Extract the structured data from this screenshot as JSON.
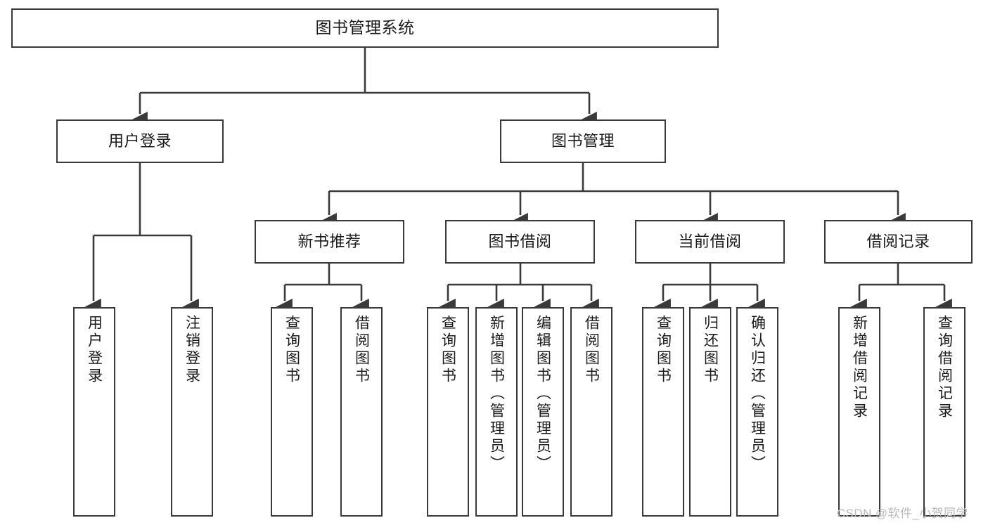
{
  "diagram": {
    "title": "图书管理系统",
    "type": "tree-hierarchy-diagram",
    "watermark": "CSDN @软件_小贺同学",
    "colors": {
      "box_border": "#3a3a3a",
      "box_fill": "#ffffff",
      "connector": "#3a3a3a",
      "text": "#1b1b1b",
      "watermark": "#b9b9b9",
      "background": "#ffffff"
    },
    "nodes": {
      "root": {
        "label": "图书管理系统"
      },
      "level1": [
        {
          "id": "user-login",
          "label": "用户登录"
        },
        {
          "id": "book-management",
          "label": "图书管理"
        }
      ],
      "level2": [
        {
          "id": "new-book-recommend",
          "label": "新书推荐"
        },
        {
          "id": "book-borrow",
          "label": "图书借阅"
        },
        {
          "id": "current-borrow",
          "label": "当前借阅"
        },
        {
          "id": "borrow-record",
          "label": "借阅记录"
        }
      ],
      "leaves": {
        "user_login": [
          {
            "id": "leaf-user-login",
            "label": "用户登录"
          },
          {
            "id": "leaf-logout-login",
            "label": "注销登录"
          }
        ],
        "new_book_recommend": [
          {
            "id": "leaf-query-book-1",
            "label": "查询图书"
          },
          {
            "id": "leaf-borrow-book-1",
            "label": "借阅图书"
          }
        ],
        "book_borrow": [
          {
            "id": "leaf-query-book-2",
            "label": "查询图书"
          },
          {
            "id": "leaf-add-book",
            "label": "新增图书（管理员）"
          },
          {
            "id": "leaf-edit-book",
            "label": "编辑图书（管理员）"
          },
          {
            "id": "leaf-borrow-book-2",
            "label": "借阅图书"
          }
        ],
        "current_borrow": [
          {
            "id": "leaf-query-book-3",
            "label": "查询图书"
          },
          {
            "id": "leaf-return-book",
            "label": "归还图书"
          },
          {
            "id": "leaf-confirm-return",
            "label": "确认归还（管理员）"
          }
        ],
        "borrow_record": [
          {
            "id": "leaf-add-borrow-record",
            "label": "新增借阅记录"
          },
          {
            "id": "leaf-query-borrow-record",
            "label": "查询借阅记录"
          }
        ]
      }
    }
  }
}
